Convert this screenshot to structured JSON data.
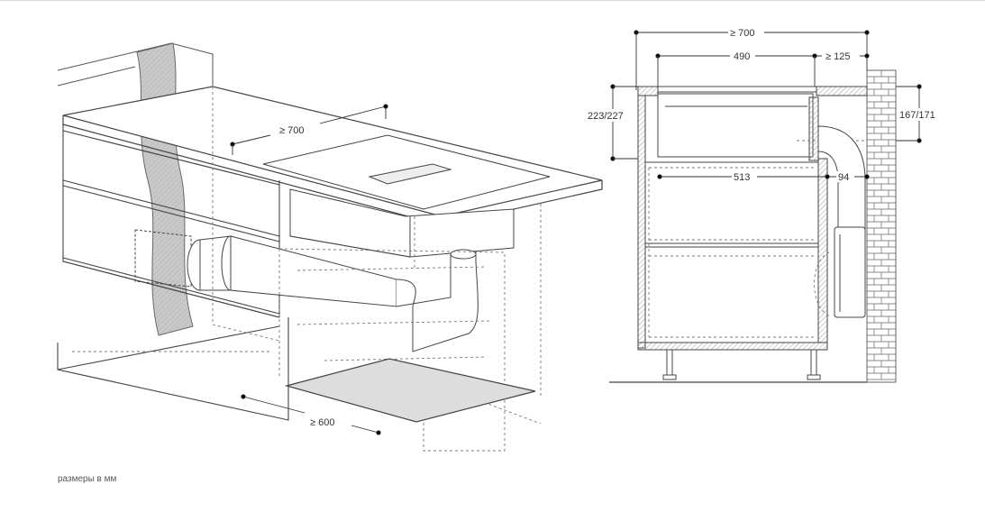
{
  "left_view": {
    "dim_depth": "≥ 700",
    "dim_clearance": "≥ 600"
  },
  "right_view": {
    "dim_total": "≥ 700",
    "dim_cutout": "490",
    "dim_rear": "≥ 125",
    "dim_height_left": "223/227",
    "dim_height_right": "167/171",
    "dim_inner": "513",
    "dim_duct": "94"
  },
  "footer": {
    "units_note": "размеры в мм"
  }
}
